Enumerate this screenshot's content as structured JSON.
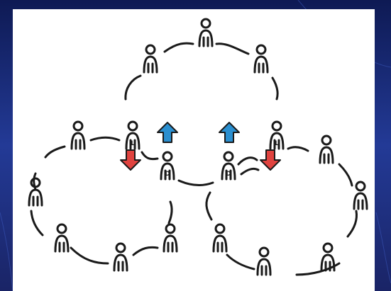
{
  "diagram": {
    "colors": {
      "bg_top": "#0e1a54",
      "bg_mid": "#233a96",
      "bg_bottom": "#1a2466",
      "panel": "#ffffff",
      "ink": "#1a1a1a",
      "up_arrow": "#2a8fd0",
      "down_arrow": "#e0433f"
    },
    "people": [
      {
        "id": "p-top",
        "letter": ""
      },
      {
        "id": "p-top-left",
        "letter": ""
      },
      {
        "id": "p-top-right",
        "letter": ""
      },
      {
        "id": "p-leader-left",
        "letter": "L"
      },
      {
        "id": "p-leader-right",
        "letter": "L"
      },
      {
        "id": "p-delegate-left",
        "letter": "D"
      },
      {
        "id": "p-delegate-right",
        "letter": "D"
      },
      {
        "id": "p-left-1",
        "letter": ""
      },
      {
        "id": "p-left-2",
        "letter": ""
      },
      {
        "id": "p-left-3",
        "letter": ""
      },
      {
        "id": "p-left-4",
        "letter": ""
      },
      {
        "id": "p-left-5",
        "letter": ""
      },
      {
        "id": "p-right-1",
        "letter": ""
      },
      {
        "id": "p-right-2",
        "letter": ""
      },
      {
        "id": "p-right-3",
        "letter": ""
      },
      {
        "id": "p-right-4",
        "letter": ""
      },
      {
        "id": "p-right-5",
        "letter": ""
      }
    ],
    "arrows": [
      {
        "id": "up-left",
        "direction": "up"
      },
      {
        "id": "down-left",
        "direction": "down"
      },
      {
        "id": "up-right",
        "direction": "up"
      },
      {
        "id": "down-right",
        "direction": "down"
      }
    ]
  }
}
